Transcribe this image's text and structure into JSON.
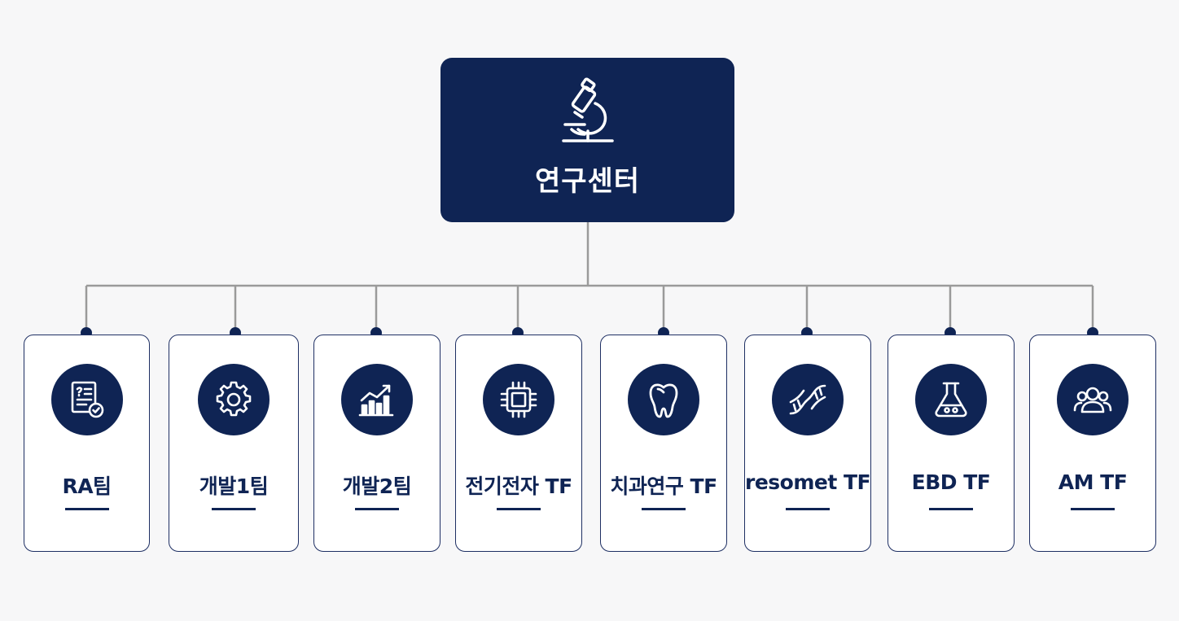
{
  "root": {
    "title": "연구센터",
    "icon": "microscope-icon"
  },
  "teams": [
    {
      "label": "RA팀",
      "icon": "document-check-icon"
    },
    {
      "label": "개발1팀",
      "icon": "gear-icon"
    },
    {
      "label": "개발2팀",
      "icon": "growth-chart-icon"
    },
    {
      "label": "전기전자 TF",
      "icon": "chip-icon"
    },
    {
      "label": "치과연구 TF",
      "icon": "tooth-icon"
    },
    {
      "label": "resomet TF",
      "icon": "dna-icon"
    },
    {
      "label": "EBD TF",
      "icon": "flask-icon"
    },
    {
      "label": "AM TF",
      "icon": "team-people-icon"
    }
  ],
  "colors": {
    "navy": "#0f2454",
    "connector": "#9a9a9a",
    "background": "#f7f7f8"
  }
}
